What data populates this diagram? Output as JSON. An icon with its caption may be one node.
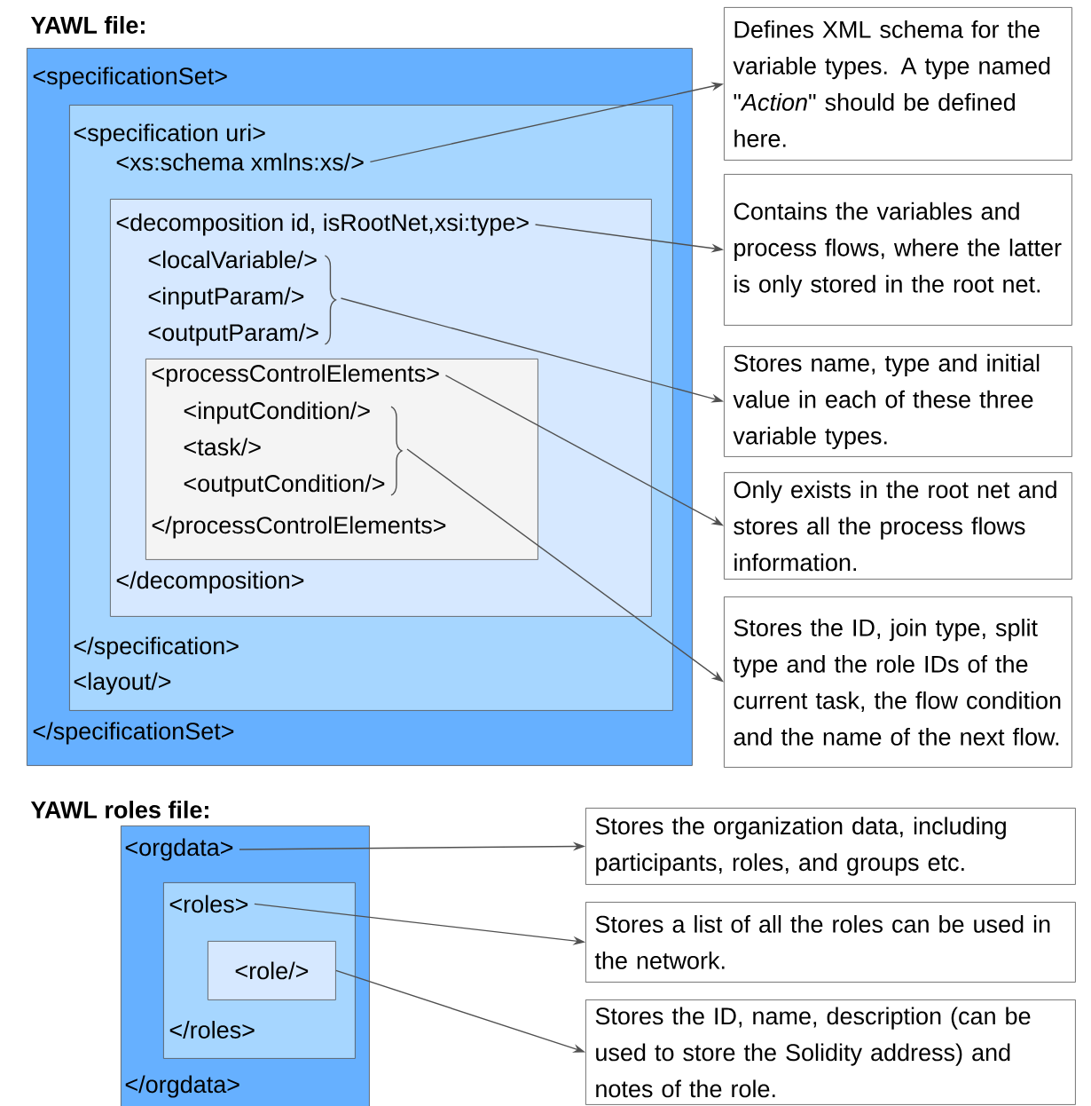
{
  "diagram": {
    "nodes": [
      {
        "text": [
          "YAWL file:",
          "<specificationSet>",
          "</specificationSet>"
        ]
      },
      {
        "text": [
          "<specification uri>",
          "</specification>",
          "<layout/>"
        ],
        "in": 0
      },
      {
        "text": [
          "<xs:schema xmlns:xs/>"
        ],
        "in": 1
      },
      {
        "text": [
          "</decomposition>"
        ],
        "in": 1
      },
      {
        "text": [
          "<decomposition id, isRootNet,xsi:type>"
        ],
        "in": 3
      },
      {
        "text": [
          "<localVariable/>",
          "<inputParam/>",
          "<outputParam/>"
        ],
        "in": 3
      },
      {
        "text": [
          "</processControlElements>"
        ],
        "in": 3
      },
      {
        "text": [
          "<processControlElements>"
        ],
        "in": 6
      },
      {
        "text": [
          "<inputCondition/>",
          "<task/>",
          "<outputCondition/>"
        ],
        "in": 6
      },
      {
        "text": [
          "Defines XML schema for the variable types. A type named \"*Action*\" should be defined here."
        ]
      },
      {
        "text": [
          "Contains the variables and process flows, where the latter is only stored in the root net."
        ]
      },
      {
        "text": [
          "Stores name, type and initial value in each of these three variable types."
        ]
      },
      {
        "text": [
          "Only exists in the root net and stores all the process flows information."
        ]
      },
      {
        "text": [
          "Stores the ID, join type, split type and the role IDs of the current task, the flow condition and the name of the next flow."
        ]
      },
      {
        "text": [
          "YAWL roles file:",
          "</orgdata>"
        ]
      },
      {
        "text": [
          "<orgdata>"
        ],
        "in": 14
      },
      {
        "text": [
          "</roles>"
        ],
        "in": 14
      },
      {
        "text": [
          "<roles>"
        ],
        "in": 16
      },
      {
        "text": [
          "<role/>"
        ],
        "in": 16
      },
      {
        "text": [
          "Stores the organization data, including participants, roles, and groups etc."
        ]
      },
      {
        "text": [
          "Stores a list of all the roles can be used in the network."
        ]
      },
      {
        "text": [
          "Stores the ID, name, description (can be used to store the Solidity address) and notes of the role."
        ]
      }
    ],
    "edges": [
      {
        "from": 2,
        "to": 9,
        "arrow": "to"
      },
      {
        "from": 4,
        "to": 10,
        "arrow": "to"
      },
      {
        "from": 5,
        "to": 11,
        "arrow": "to"
      },
      {
        "from": 7,
        "to": 12,
        "arrow": "to"
      },
      {
        "from": 8,
        "to": 13,
        "arrow": "to"
      },
      {
        "from": 15,
        "to": 19,
        "arrow": "to"
      },
      {
        "from": 17,
        "to": 20,
        "arrow": "to"
      },
      {
        "from": 18,
        "to": 21,
        "arrow": "to"
      }
    ]
  }
}
